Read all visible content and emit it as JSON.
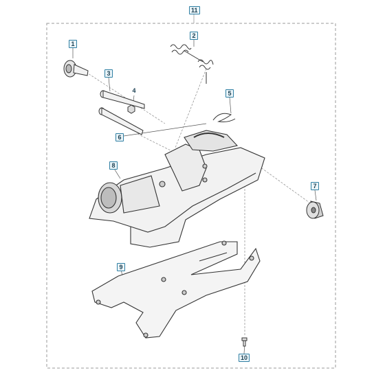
{
  "diagram": {
    "kit_label": "11",
    "callouts": [
      {
        "id": "c1",
        "label": "1"
      },
      {
        "id": "c2",
        "label": "2"
      },
      {
        "id": "c3",
        "label": "3"
      },
      {
        "id": "c4",
        "label": "4"
      },
      {
        "id": "c5",
        "label": "5"
      },
      {
        "id": "c6",
        "label": "6"
      },
      {
        "id": "c7",
        "label": "7"
      },
      {
        "id": "c8",
        "label": "8"
      },
      {
        "id": "c9",
        "label": "9"
      },
      {
        "id": "c10",
        "label": "10"
      }
    ],
    "colors": {
      "callout_border": "#2f7fa3",
      "callout_fill": "#eaf4f8",
      "line": "#333333",
      "part_fill": "#f2f2f2",
      "shade": "#bdbdbd",
      "dash": "#999999"
    }
  }
}
